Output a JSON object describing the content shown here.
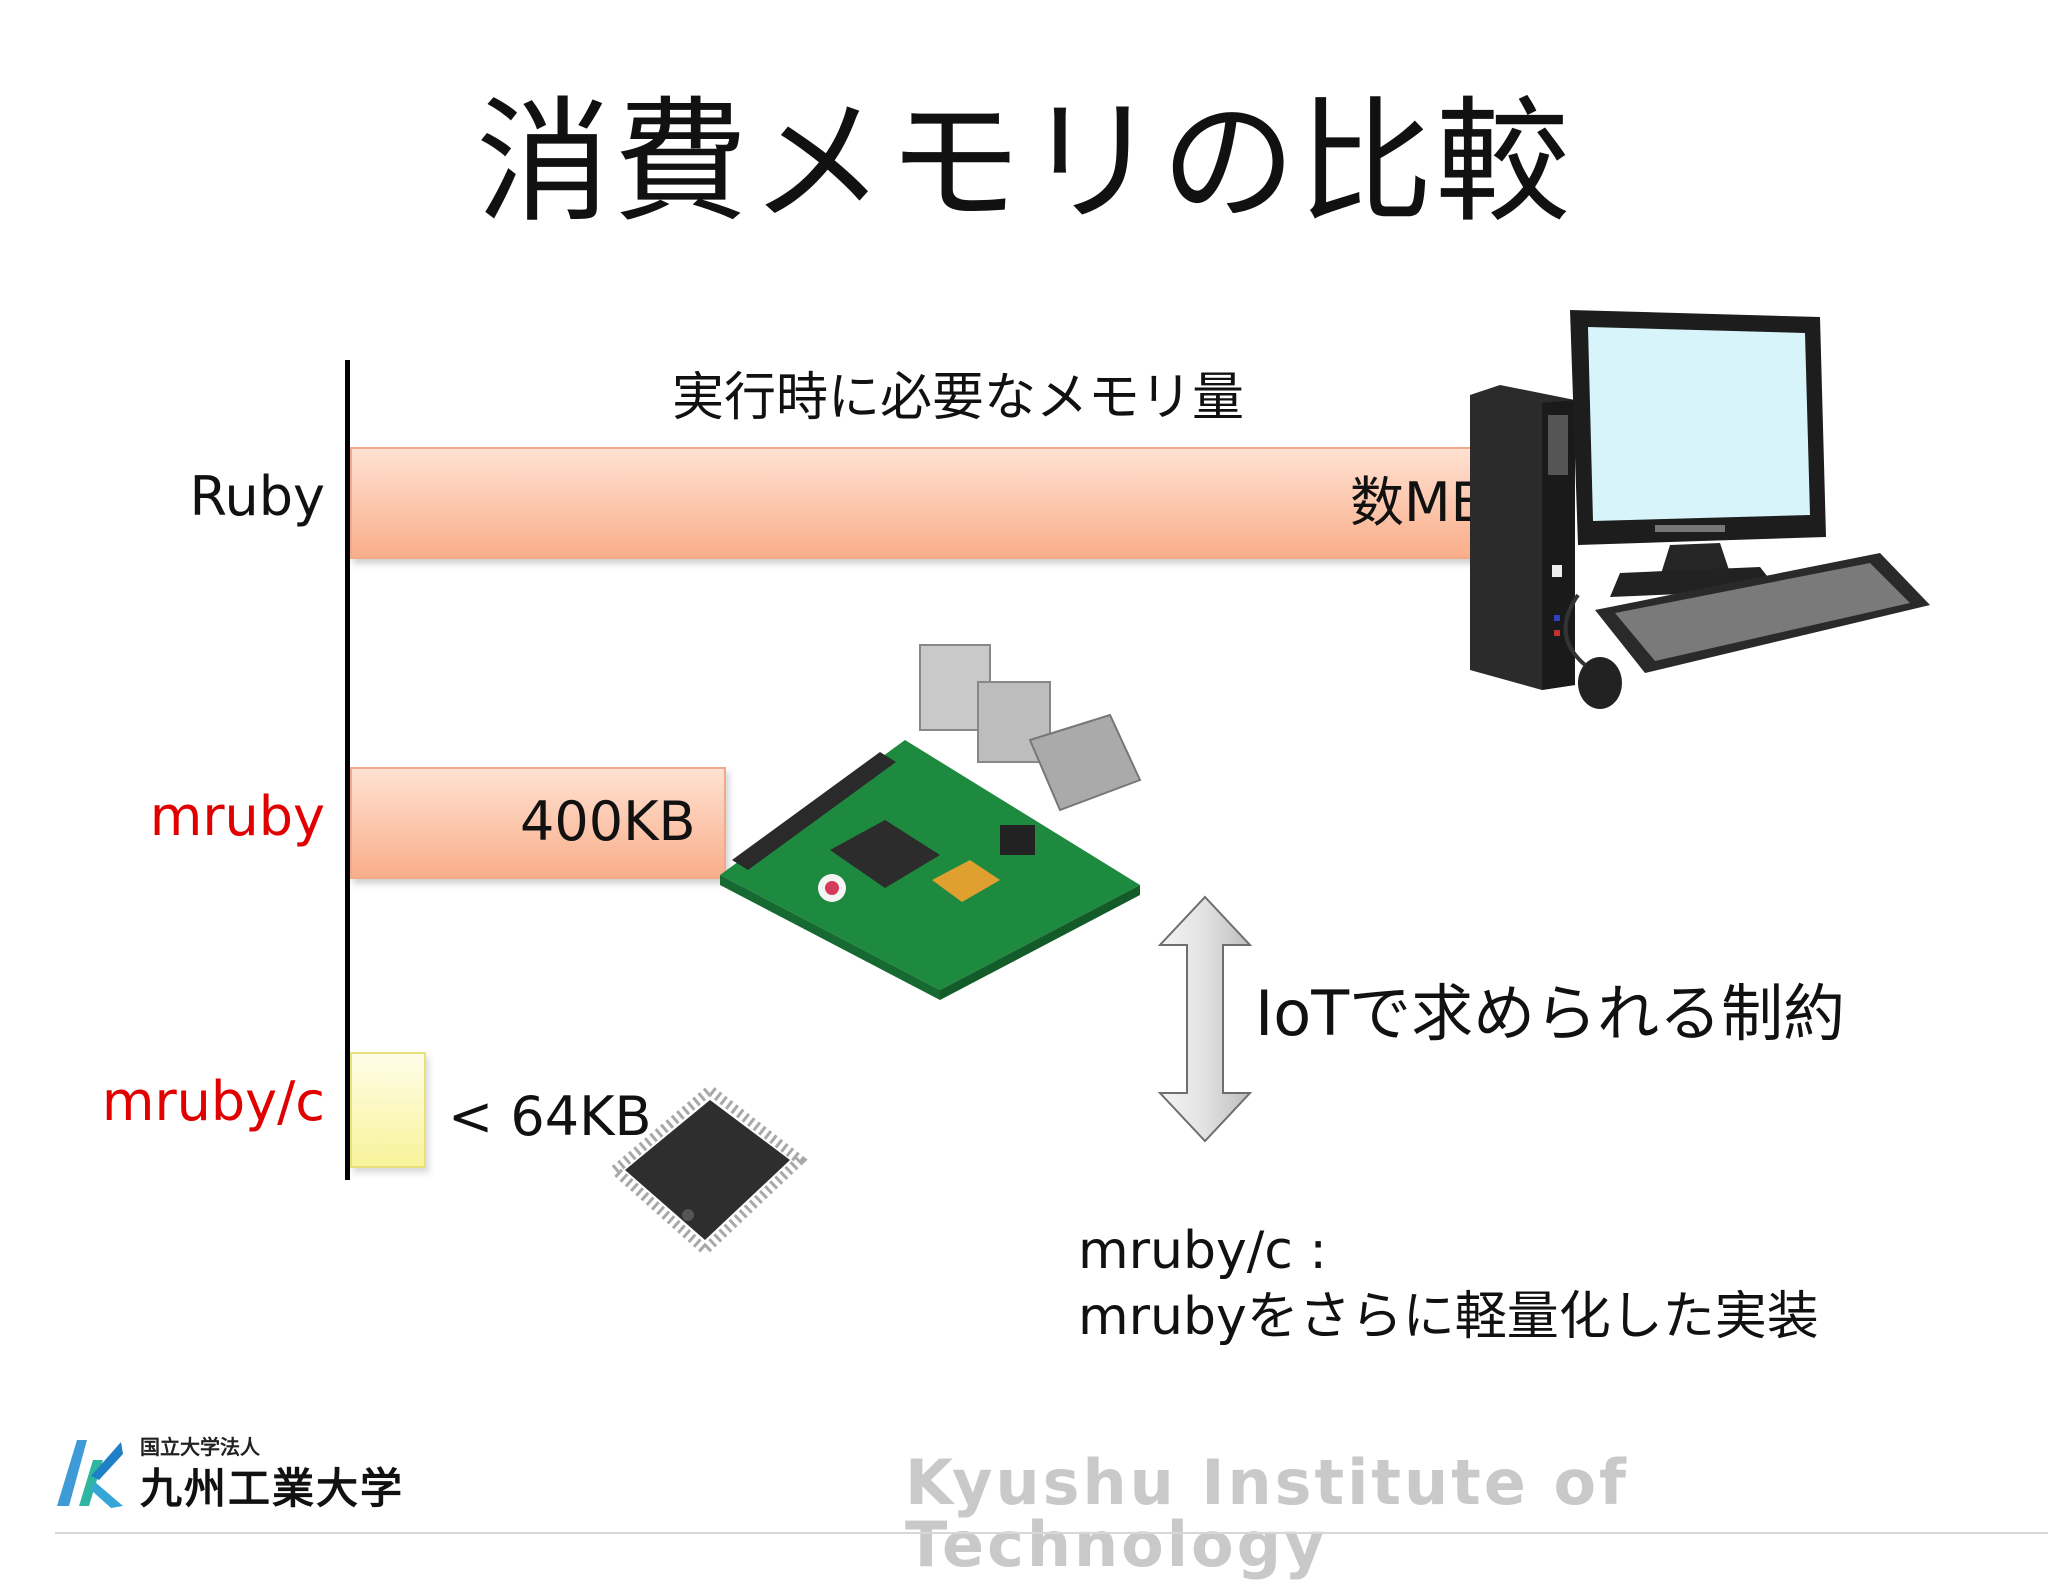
{
  "slide": {
    "title": "消費メモリの比較"
  },
  "chart": {
    "caption": "実行時に必要なメモリ量",
    "rows": [
      {
        "label": "Ruby",
        "value_label": "数MB"
      },
      {
        "label": "mruby",
        "value_label": "400KB"
      },
      {
        "label": "mruby/c",
        "value_label": "< 64KB"
      }
    ]
  },
  "side": {
    "constraint_text": "IoTで求められる制約",
    "note_line1": "mruby/c :",
    "note_line2": "mrubyをさらに軽量化した実装"
  },
  "footer": {
    "university_small": "国立大学法人",
    "university_name": "九州工業大学",
    "watermark": "Kyushu Institute of Technology"
  },
  "colors": {
    "label_red": "#e00000",
    "bar_orange": "#f9ae8a",
    "bar_yellow": "#f8f39a"
  },
  "icons": {
    "computer": "desktop-computer-icon",
    "board": "raspberry-pi-board-icon",
    "chip": "microcontroller-chip-icon",
    "arrow": "double-arrow-icon",
    "logo": "kyutech-logo-icon"
  }
}
